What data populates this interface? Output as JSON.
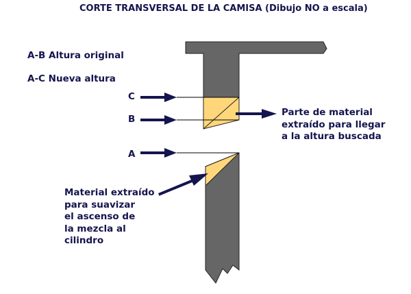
{
  "title": "CORTE TRANSVERSAL DE LA CAMISA (Dibujo NO a escala)",
  "legend": {
    "ab": "A-B Altura original",
    "ac": "A-C Nueva altura"
  },
  "points": {
    "c": "C",
    "b": "B",
    "a": "A"
  },
  "notes": {
    "removed_top": "Parte de material\nextraído para llegar\na la altura buscada",
    "removed_bottom": "Material extraído\npara suavizar\nel ascenso de\nla mezcla al\ncilindro"
  },
  "colors": {
    "sleeve": "#666666",
    "sleeve_outline": "#222222",
    "removed_material": "#ffd77a",
    "arrow": "#14144e",
    "text": "#14144e",
    "reference_line": "#000000"
  }
}
